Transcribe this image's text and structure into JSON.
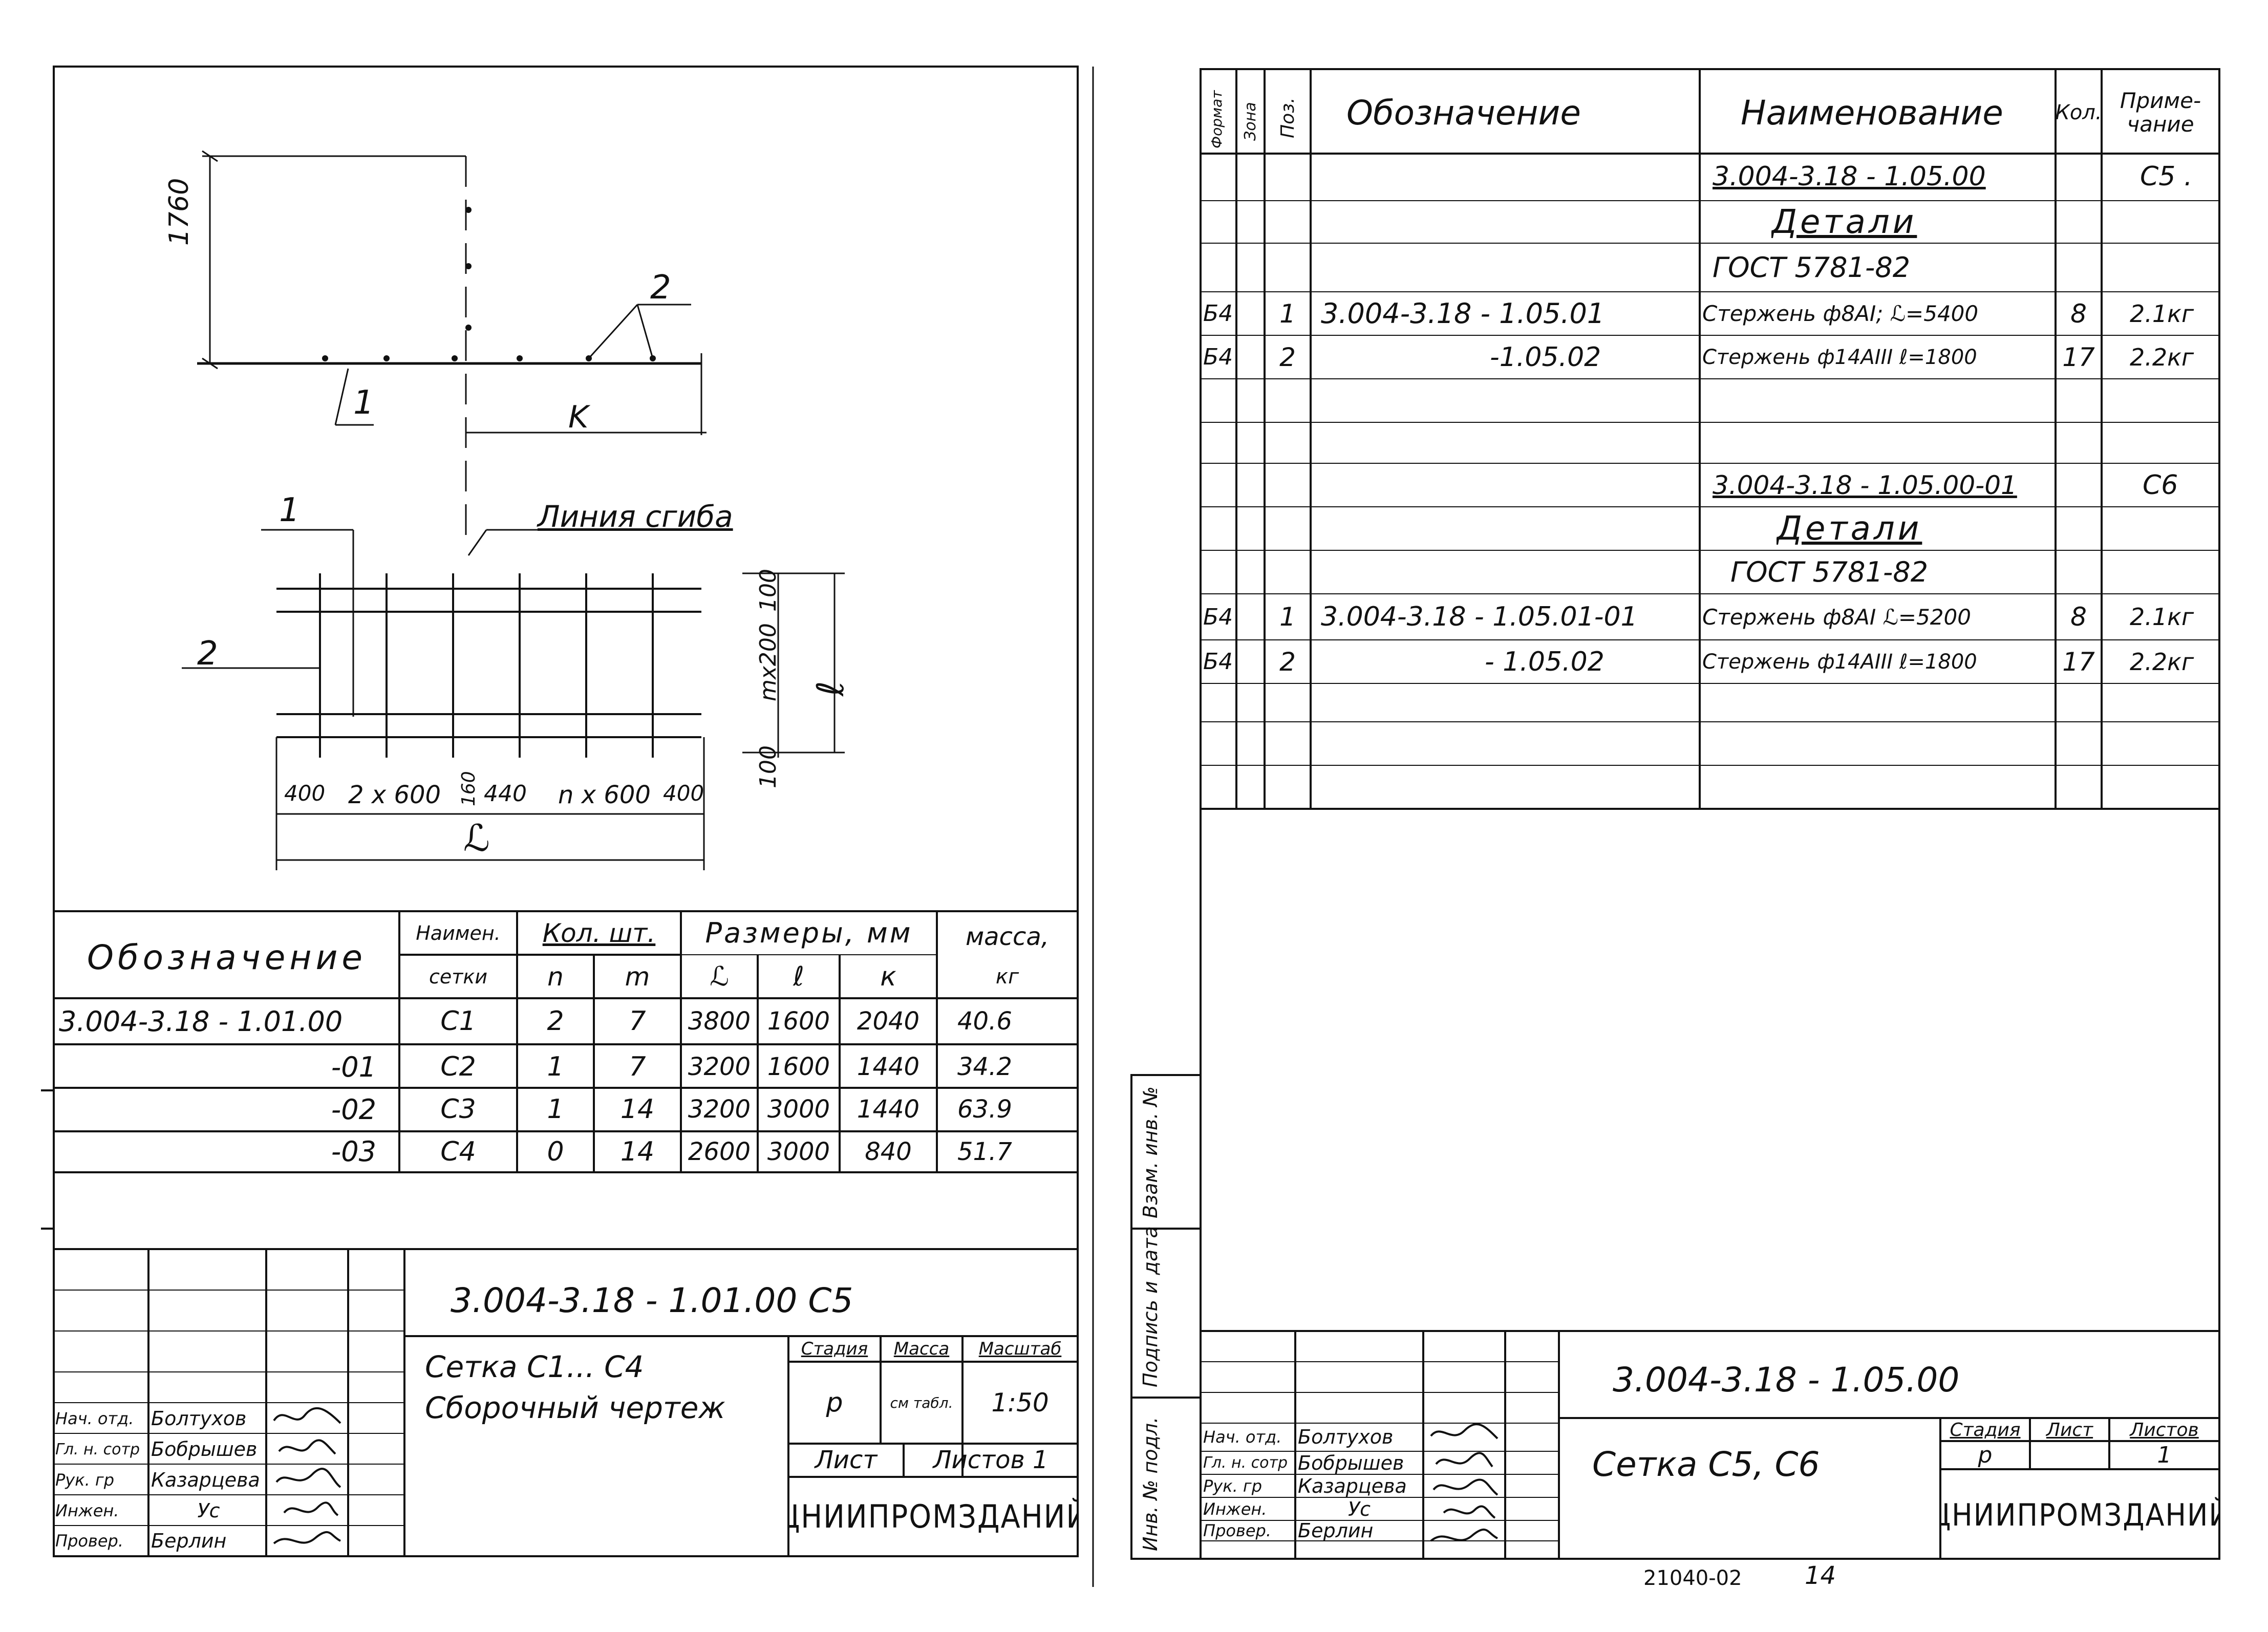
{
  "left_sheet": {
    "drawing_labels": {
      "dim_1760": "1760",
      "pos_2_top": "2",
      "pos_1_top": "1",
      "k_label": "K",
      "pos_1_plan": "1",
      "pos_2_plan": "2",
      "bend_line": "Линия сгиба",
      "dim_100_top": "100",
      "dim_mx200": "mx200",
      "dim_100_bottom": "100",
      "l_small": "ℓ",
      "dim_400_left": "400",
      "dim_2x600": "2 x 600",
      "dim_160": "160",
      "dim_440": "440",
      "dim_nx600": "n x 600",
      "dim_400_right": "400",
      "L_label": "ℒ"
    },
    "table": {
      "h_designation": "Обозначение",
      "h_name": "Наимен.",
      "h_name2": "сетки",
      "h_qty": "Кол. шт.",
      "h_n": "n",
      "h_m": "m",
      "h_sizes": "Размеры, мм",
      "h_L": "ℒ",
      "h_l": "ℓ",
      "h_k": "к",
      "h_mass": "масса,",
      "h_kg": "кг",
      "rows": [
        {
          "designation": "3.004-3.18 - 1.01.00",
          "name": "С1",
          "n": "2",
          "m": "7",
          "L": "3800",
          "l": "1600",
          "k": "2040",
          "mass": "40.6"
        },
        {
          "designation": "-01",
          "name": "С2",
          "n": "1",
          "m": "7",
          "L": "3200",
          "l": "1600",
          "k": "1440",
          "mass": "34.2"
        },
        {
          "designation": "-02",
          "name": "С3",
          "n": "1",
          "m": "14",
          "L": "3200",
          "l": "3000",
          "k": "1440",
          "mass": "63.9"
        },
        {
          "designation": "-03",
          "name": "С4",
          "n": "0",
          "m": "14",
          "L": "2600",
          "l": "3000",
          "k": "840",
          "mass": "51.7"
        }
      ]
    },
    "title_block": {
      "doc_code": "3.004-3.18 - 1.01.00 С5",
      "title_line1": "Сетка С1... С4",
      "title_line2": "Сборочный чертеж",
      "stage_h": "Стадия",
      "mass_h": "Масса",
      "scale_h": "Масштаб",
      "stage": "р",
      "mass": "см табл.",
      "scale": "1:50",
      "sheet_h": "Лист",
      "sheets_h": "Листов 1",
      "org": "ЦНИИПРОМЗДАНИЙ",
      "staff": [
        {
          "role": "Нач. отд.",
          "name": "Болтухов"
        },
        {
          "role": "Гл. н. сотр",
          "name": "Бобрышев"
        },
        {
          "role": "Рук. гр",
          "name": "Казарцева"
        },
        {
          "role": "Инжен.",
          "name": "Ус"
        },
        {
          "role": "Провер.",
          "name": "Берлин"
        }
      ]
    }
  },
  "right_sheet": {
    "spec_headers": {
      "format": "Формат",
      "zone": "Зона",
      "pos": "Поз.",
      "designation": "Обозначение",
      "name": "Наименование",
      "qty": "Кол.",
      "note": "Приме-чание"
    },
    "spec_rows": [
      {
        "fmt": "",
        "zone": "",
        "pos": "",
        "designation": "",
        "name": "3.004-3.18 - 1.05.00",
        "qty": "",
        "note": "С5 ."
      },
      {
        "fmt": "",
        "zone": "",
        "pos": "",
        "designation": "",
        "name": "Детали",
        "qty": "",
        "note": ""
      },
      {
        "fmt": "",
        "zone": "",
        "pos": "",
        "designation": "",
        "name": "ГОСТ  5781-82",
        "qty": "",
        "note": ""
      },
      {
        "fmt": "Б4",
        "zone": "",
        "pos": "1",
        "designation": "3.004-3.18 - 1.05.01",
        "name": "Стержень ф8АI; ℒ=5400",
        "qty": "8",
        "note": "2.1кг"
      },
      {
        "fmt": "Б4",
        "zone": "",
        "pos": "2",
        "designation": "-1.05.02",
        "name": "Стержень ф14АIII ℓ=1800",
        "qty": "17",
        "note": "2.2кг"
      },
      {
        "fmt": "",
        "zone": "",
        "pos": "",
        "designation": "",
        "name": "",
        "qty": "",
        "note": ""
      },
      {
        "fmt": "",
        "zone": "",
        "pos": "",
        "designation": "",
        "name": "",
        "qty": "",
        "note": ""
      },
      {
        "fmt": "",
        "zone": "",
        "pos": "",
        "designation": "",
        "name": "3.004-3.18 - 1.05.00-01",
        "qty": "",
        "note": "С6"
      },
      {
        "fmt": "",
        "zone": "",
        "pos": "",
        "designation": "",
        "name": "Детали",
        "qty": "",
        "note": ""
      },
      {
        "fmt": "",
        "zone": "",
        "pos": "",
        "designation": "",
        "name": "ГОСТ  5781-82",
        "qty": "",
        "note": ""
      },
      {
        "fmt": "Б4",
        "zone": "",
        "pos": "1",
        "designation": "3.004-3.18 - 1.05.01-01",
        "name": "Стержень ф8АI ℒ=5200",
        "qty": "8",
        "note": "2.1кг"
      },
      {
        "fmt": "Б4",
        "zone": "",
        "pos": "2",
        "designation": "- 1.05.02",
        "name": "Стержень ф14АIII ℓ=1800",
        "qty": "17",
        "note": "2.2кг"
      }
    ],
    "side_stamp": {
      "inv": "Инв. № подл.",
      "sign": "Подпись и дата",
      "replace": "Взам. инв. №"
    },
    "title_block": {
      "doc_code": "3.004-3.18 - 1.05.00",
      "title": "Сетка С5, С6",
      "stage_h": "Стадия",
      "sheet_h": "Лист",
      "sheets_h": "Листов",
      "stage": "р",
      "sheets": "1",
      "org": "ЦНИИПРОМЗДАНИЙ",
      "staff": [
        {
          "role": "Нач. отд.",
          "name": "Болтухов"
        },
        {
          "role": "Гл. н. сотр",
          "name": "Бобрышев"
        },
        {
          "role": "Рук. гр",
          "name": "Казарцева"
        },
        {
          "role": "Инжен.",
          "name": "Ус"
        },
        {
          "role": "Провер.",
          "name": "Берлин"
        }
      ]
    },
    "footer": {
      "album": "21040-02",
      "page": "14"
    }
  }
}
